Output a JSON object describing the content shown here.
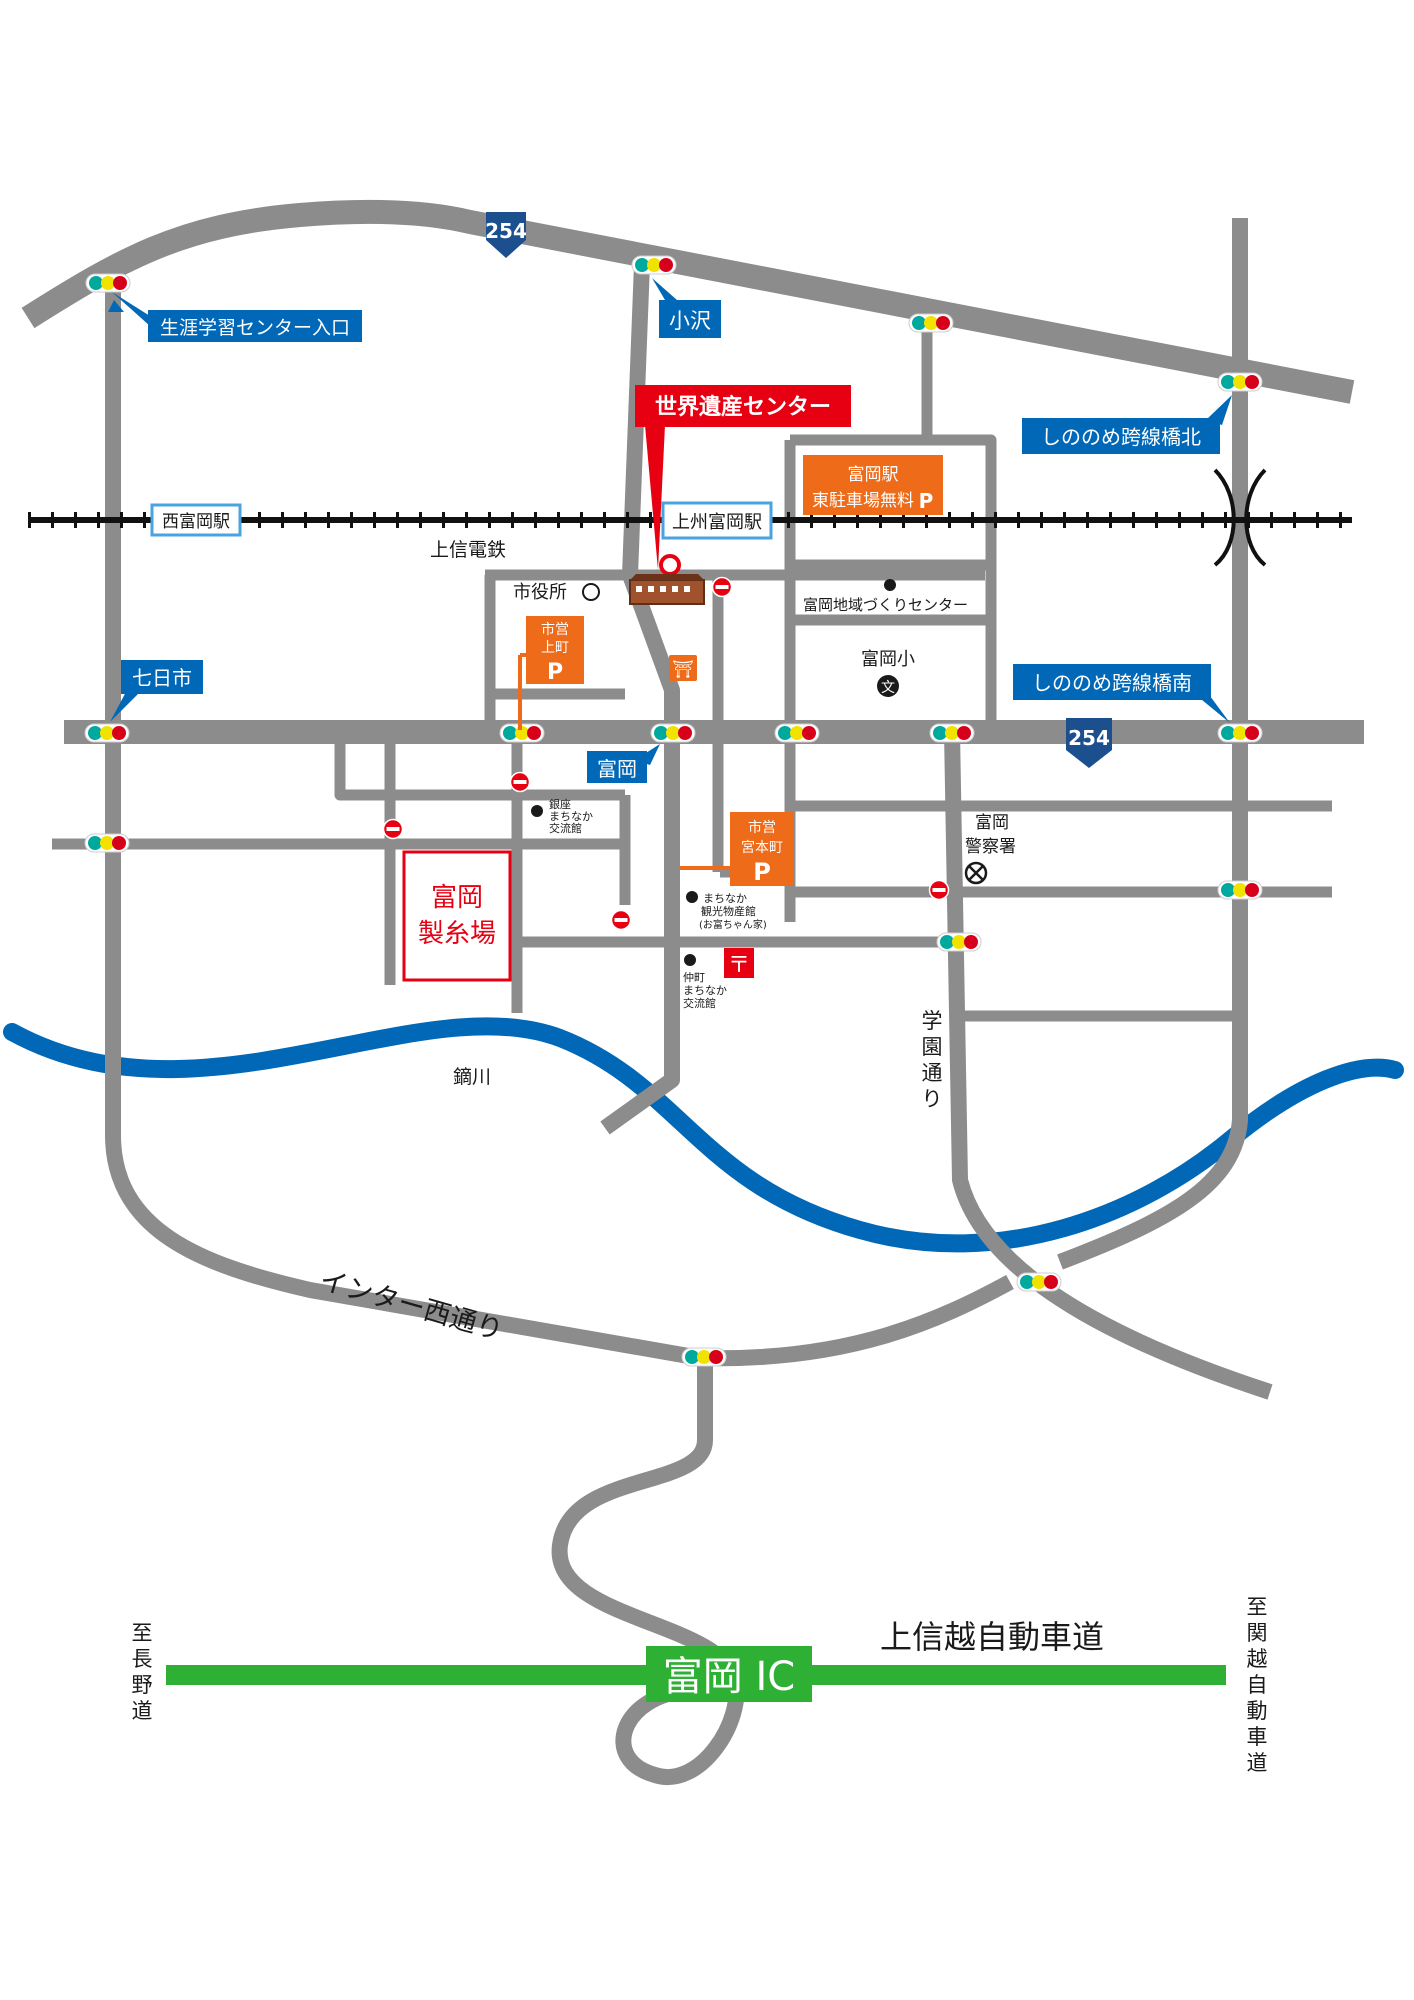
{
  "route_shield_top": "254",
  "route_shield_mid": "254",
  "intersections": {
    "shogai": "生涯学習センター入口",
    "ozawa": "小沢",
    "shinonome_kita": "しののめ跨線橋北",
    "nanokaichi": "七日市",
    "shinonome_minami": "しののめ跨線橋南",
    "tomioka": "富岡"
  },
  "stations": {
    "nishi_tomioka": "西富岡駅",
    "joshu_tomioka": "上州富岡駅"
  },
  "railway_name": "上信電鉄",
  "heritage_center": "世界遺産センター",
  "parking": {
    "east_line1": "富岡駅",
    "east_line2": "東駐車場無料",
    "kamimachi_line1": "市営",
    "kamimachi_line2": "上町",
    "miyamoto_line1": "市営",
    "miyamoto_line2": "宮本町",
    "p": "P"
  },
  "places": {
    "city_hall": "市役所",
    "community_center": "富岡地域づくりセンター",
    "school": "富岡小",
    "school_icon": "文",
    "police_line1": "富岡",
    "police_line2": "警察署",
    "ginza_line1": "銀座",
    "ginza_line2": "まちなか",
    "ginza_line3": "交流館",
    "kanko_line1": "まちなか",
    "kanko_line2": "観光物産館",
    "kanko_line3": "(お富ちゃん家)",
    "nakamachi_line1": "仲町",
    "nakamachi_line2": "まちなか",
    "nakamachi_line3": "交流館",
    "silk_mill_line1": "富岡",
    "silk_mill_line2": "製糸場"
  },
  "river": "鏑川",
  "gakuen": [
    "学",
    "園",
    "通",
    "り"
  ],
  "inter_nishi": "インター西通り",
  "expressway": "上信越自動車道",
  "interchange": "富岡 IC",
  "to_nagano": [
    "至",
    "長",
    "野",
    "道"
  ],
  "to_kanetsu": [
    "至",
    "関",
    "越",
    "自",
    "動",
    "車",
    "道"
  ],
  "colors": {
    "road": "#8c8c8c",
    "river": "#0068b7",
    "expressway": "#2db034",
    "label_blue": "#0068b7",
    "heritage_red": "#e60012",
    "parking_orange": "#ee6b19",
    "signal_green": "#00a99d",
    "signal_yellow": "#f2e200",
    "signal_red": "#d7001b"
  }
}
